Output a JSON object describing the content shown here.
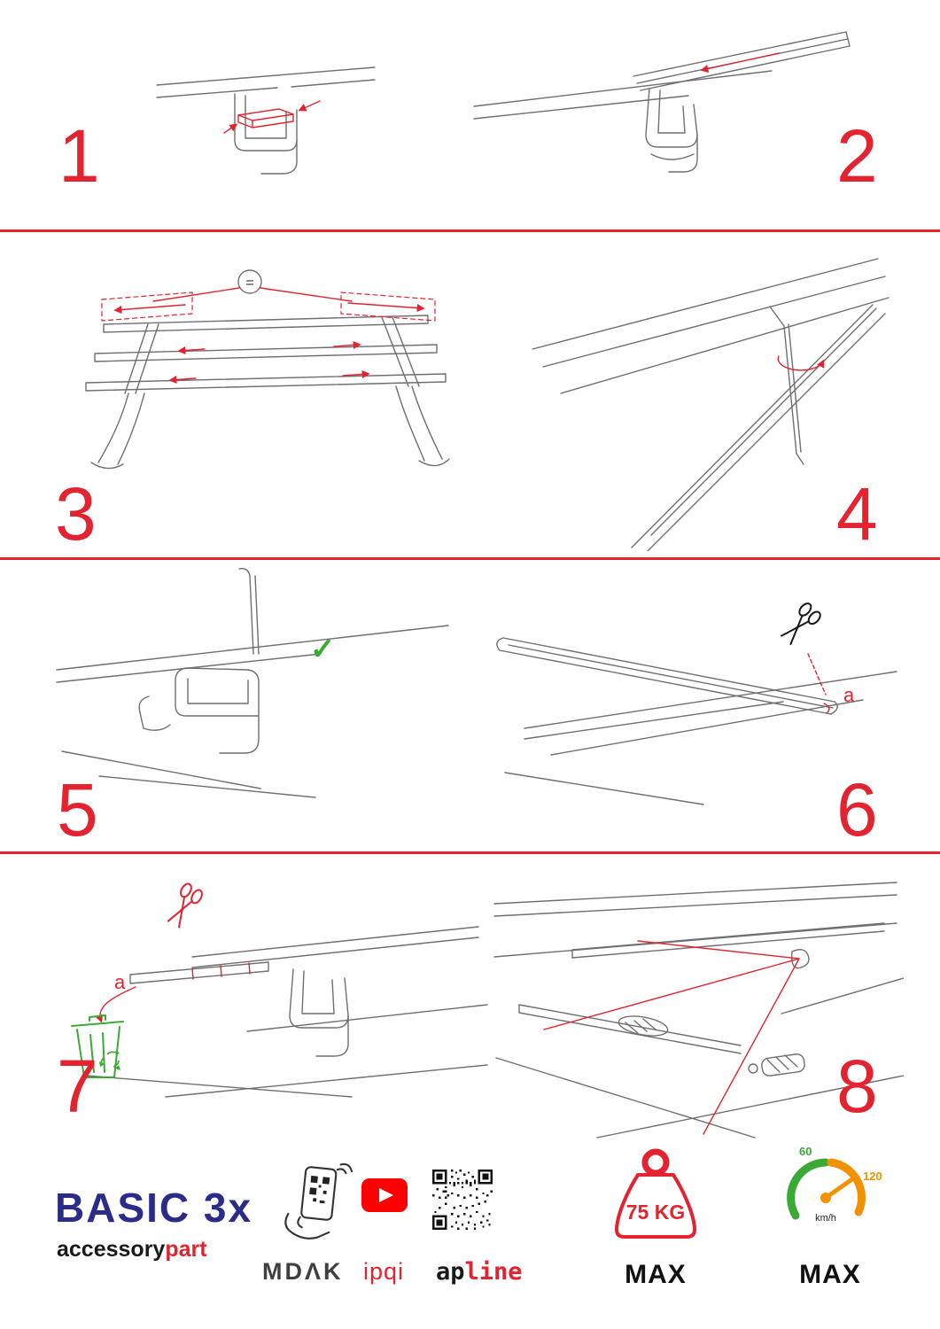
{
  "steps": {
    "s1": {
      "number": "1"
    },
    "s2": {
      "number": "2"
    },
    "s3": {
      "number": "3",
      "equals": "="
    },
    "s4": {
      "number": "4"
    },
    "s5": {
      "number": "5"
    },
    "s6": {
      "number": "6",
      "cut_label": "a"
    },
    "s7": {
      "number": "7",
      "cut_label": "a"
    },
    "s8": {
      "number": "8"
    }
  },
  "icons": {
    "checkmark": "✓",
    "scissors": "✂",
    "recycle": "♻"
  },
  "footer": {
    "brand": "BASIC 3x",
    "sub_black": "accessory",
    "sub_red": "part",
    "mdak": "MDΛK",
    "ipqi": "ipqi",
    "ap": "ap",
    "line": "line",
    "weight_value": "75 KG",
    "weight_max": "MAX",
    "speed_min": "60",
    "speed_max": "120",
    "speed_unit": "km/h",
    "speed_max_label": "MAX"
  },
  "colors": {
    "accent_red": "#e32330",
    "brand_blue": "#2b2b8a",
    "green": "#3aaa35",
    "orange": "#f39200"
  }
}
